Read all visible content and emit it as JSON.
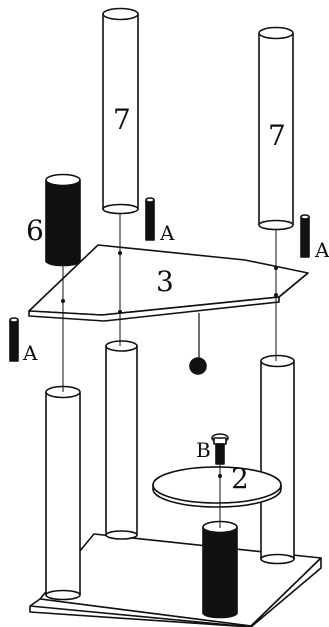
{
  "diagram": {
    "colors": {
      "stroke": "#111111",
      "fill": "#ffffff",
      "dark": "#111111"
    },
    "labels": {
      "post_left_top": "7",
      "post_right_top": "7",
      "shelf": "3",
      "disk": "2",
      "dark_post": "6",
      "screw_b": "B",
      "screw_a_top_left": "A",
      "screw_a_right": "A",
      "screw_a_left": "A"
    }
  }
}
